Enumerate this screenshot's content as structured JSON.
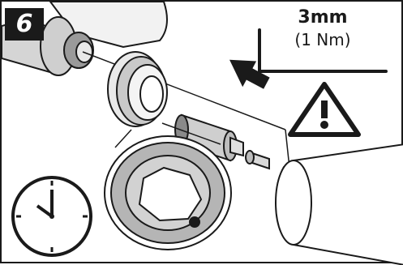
{
  "step": {
    "number": "6"
  },
  "spec": {
    "size": "3mm",
    "torque": "(1 Nm)"
  },
  "icons": [
    "hex-key-icon",
    "warning-icon",
    "clock-icon",
    "arrow-icon"
  ],
  "colors": {
    "ink": "#1a1a1a",
    "shade": "#c9c9c9",
    "dark_shade": "#8a8a8a",
    "paper": "#ffffff"
  }
}
